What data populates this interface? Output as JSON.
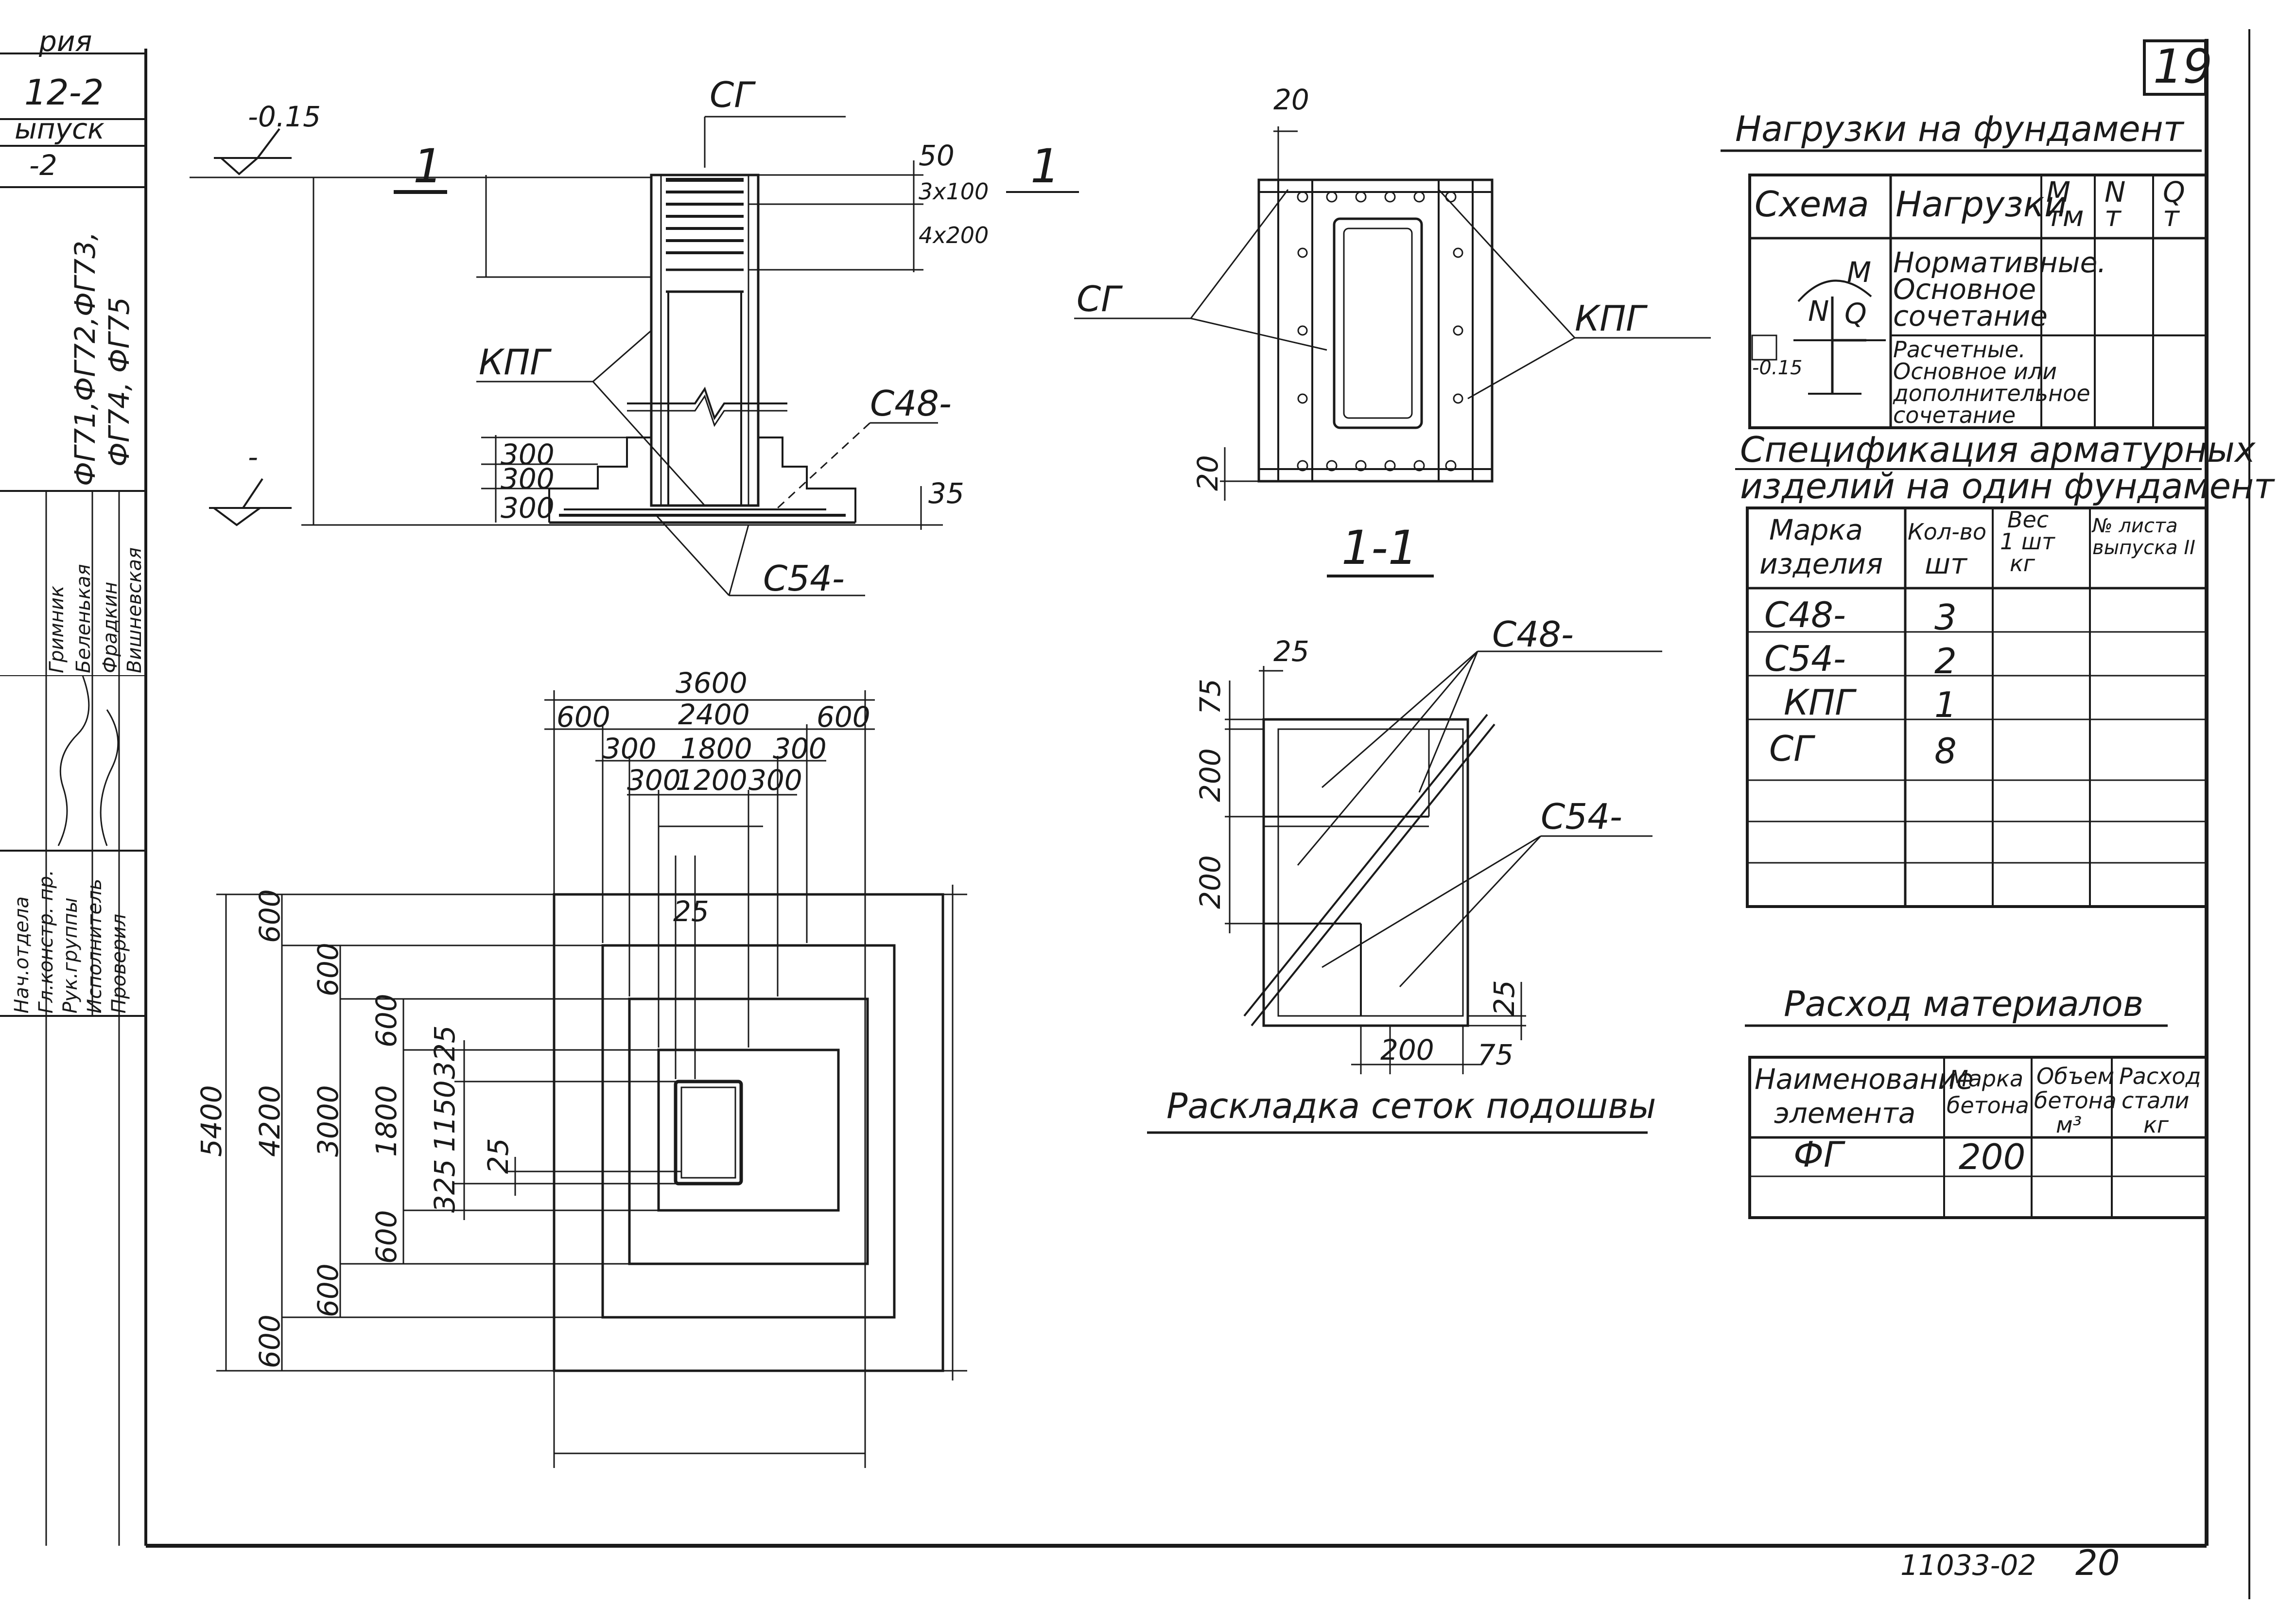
{
  "sheet": {
    "number": "19",
    "footer_code": "11033-02",
    "footer_page": "20"
  },
  "stamp": {
    "top_lines": [
      "рия",
      "12-2",
      "ыпуск",
      "-2"
    ],
    "marks": "ФГ71,ФГ72,ФГ73,",
    "marks2": "ФГ74, ФГ75",
    "roles": [
      "Нач.отдела",
      "Гл.констр. пр.",
      "Рук.группы",
      "Исполнитель",
      "Проверил"
    ],
    "names": [
      "Фрадкин",
      "Беленькая",
      "Гримник",
      "Вишневская"
    ],
    "signature_hint": "Вишневская"
  },
  "section": {
    "mark_top": "-0.15",
    "mark_bottom": "-",
    "label_sg": "СГ",
    "label_kpg": "КПГ",
    "label_c48": "С48-",
    "label_c54": "С54-",
    "cut_left": "1",
    "cut_right": "1",
    "dim_50": "50",
    "dim_3x100": "3x100",
    "dim_4x200": "4x200",
    "dim_300a": "300",
    "dim_300b": "300",
    "dim_300c": "300",
    "dim_35": "35"
  },
  "cut11": {
    "title": "1-1",
    "dim_20_top": "20",
    "dim_20_left": "20",
    "label_sg": "СГ",
    "label_kpg": "КПГ"
  },
  "plan": {
    "h_dims": [
      "3600",
      "600",
      "2400",
      "600",
      "300",
      "1800",
      "300",
      "300",
      "1200",
      "300",
      "25"
    ],
    "v_dims": [
      "5400",
      "4200",
      "3000",
      "1800",
      "1150",
      "600",
      "600",
      "600",
      "325",
      "325",
      "25",
      "600",
      "600",
      "600"
    ]
  },
  "mesh": {
    "title": "Раскладка сеток подошвы",
    "label_c48": "С48-",
    "label_c54": "С54-",
    "dim_25_top": "25",
    "dim_75_top": "75",
    "dim_200a": "200",
    "dim_200b": "200",
    "dim_25_right": "25",
    "dim_200_bottom": "200",
    "dim_75_bottom": "75"
  },
  "loads": {
    "title": "Нагрузки на фундамент",
    "headers": [
      "Схема",
      "Нагрузки",
      "M\nтм",
      "N\nт",
      "Q\nт"
    ],
    "row1": [
      "Нормативные.",
      "Основное",
      "сочетание"
    ],
    "row2": [
      "Расчетные.",
      "Основное или",
      "дополнительное",
      "сочетание"
    ],
    "scheme_labels": [
      "M",
      "N",
      "Q",
      "-0.15"
    ]
  },
  "spec": {
    "title_line1": "Спецификация арматурных",
    "title_line2": "изделий на один фундамент",
    "headers": [
      "Марка изделия",
      "Кол-во шт",
      "Вес 1 шт кг",
      "№ листа выпуска II"
    ],
    "rows": [
      [
        "С48-",
        "3",
        "",
        ""
      ],
      [
        "С54-",
        "2",
        "",
        ""
      ],
      [
        "КПГ",
        "1",
        "",
        ""
      ],
      [
        "СГ",
        "8",
        "",
        ""
      ],
      [
        "",
        "",
        "",
        ""
      ],
      [
        "",
        "",
        "",
        ""
      ],
      [
        "",
        "",
        "",
        ""
      ]
    ]
  },
  "materials": {
    "title": "Расход материалов",
    "headers": [
      "Наименование элемента",
      "Марка бетона",
      "Объем бетона м3",
      "Расход стали кг"
    ],
    "rows": [
      [
        "ФГ",
        "200",
        "",
        ""
      ],
      [
        "",
        "",
        "",
        ""
      ]
    ]
  }
}
